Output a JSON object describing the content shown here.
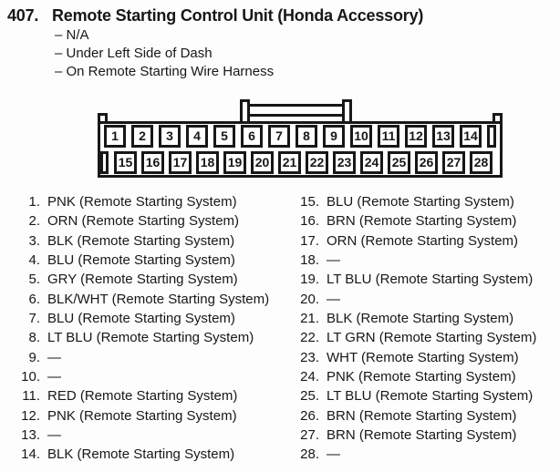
{
  "theme": {
    "ink": "#171717",
    "paper": "#fdfdfd"
  },
  "header": {
    "number": "407.",
    "title": "Remote Starting Control Unit (Honda Accessory)",
    "details": [
      "– N/A",
      "– Under Left Side of Dash",
      "– On Remote Starting Wire Harness"
    ]
  },
  "connector": {
    "top_row": [
      "1",
      "2",
      "3",
      "4",
      "5",
      "6",
      "7",
      "8",
      "9",
      "10",
      "11",
      "12",
      "13",
      "14",
      ""
    ],
    "bottom_row": [
      "",
      "15",
      "16",
      "17",
      "18",
      "19",
      "20",
      "21",
      "22",
      "23",
      "24",
      "25",
      "26",
      "27",
      "28"
    ]
  },
  "pin_list": {
    "left_column": [
      {
        "num": "1.",
        "label": "PNK (Remote Starting System)"
      },
      {
        "num": "2.",
        "label": "ORN (Remote Starting System)"
      },
      {
        "num": "3.",
        "label": "BLK (Remote Starting System)"
      },
      {
        "num": "4.",
        "label": "BLU (Remote Starting System)"
      },
      {
        "num": "5.",
        "label": "GRY (Remote Starting System)"
      },
      {
        "num": "6.",
        "label": "BLK/WHT (Remote Starting System)"
      },
      {
        "num": "7.",
        "label": "BLU (Remote Starting System)"
      },
      {
        "num": "8.",
        "label": "LT BLU (Remote Starting System)"
      },
      {
        "num": "9.",
        "label": "—"
      },
      {
        "num": "10.",
        "label": "—"
      },
      {
        "num": "11.",
        "label": "RED (Remote Starting System)"
      },
      {
        "num": "12.",
        "label": "PNK (Remote Starting System)"
      },
      {
        "num": "13.",
        "label": "—"
      },
      {
        "num": "14.",
        "label": "BLK (Remote Starting System)"
      }
    ],
    "right_column": [
      {
        "num": "15.",
        "label": "BLU (Remote Starting System)"
      },
      {
        "num": "16.",
        "label": "BRN (Remote Starting System)"
      },
      {
        "num": "17.",
        "label": "ORN (Remote Starting System)"
      },
      {
        "num": "18.",
        "label": "—"
      },
      {
        "num": "19.",
        "label": "LT BLU (Remote Starting System)"
      },
      {
        "num": "20.",
        "label": "—"
      },
      {
        "num": "21.",
        "label": "BLK (Remote Starting System)"
      },
      {
        "num": "22.",
        "label": "LT GRN (Remote Starting System)"
      },
      {
        "num": "23.",
        "label": "WHT (Remote Starting System)"
      },
      {
        "num": "24.",
        "label": "PNK (Remote Starting System)"
      },
      {
        "num": "25.",
        "label": "LT BLU (Remote Starting System)"
      },
      {
        "num": "26.",
        "label": "BRN (Remote Starting System)"
      },
      {
        "num": "27.",
        "label": "BRN (Remote Starting System)"
      },
      {
        "num": "28.",
        "label": "—"
      }
    ]
  }
}
